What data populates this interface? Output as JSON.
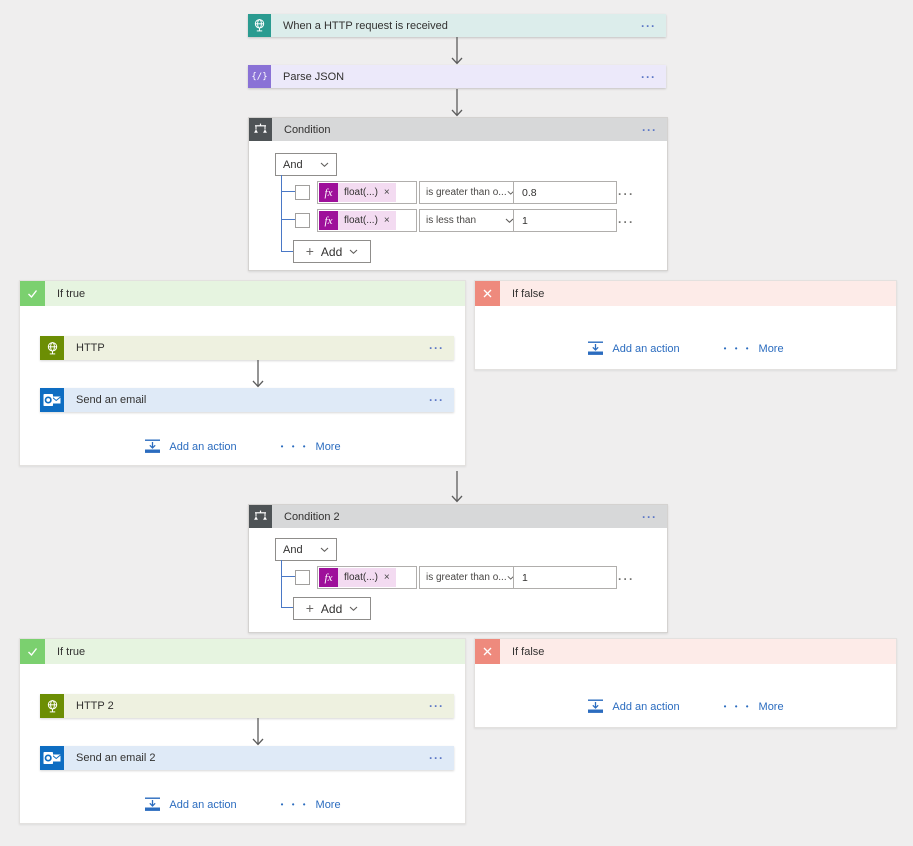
{
  "colors": {
    "canvas_bg": "#efeeee",
    "trigger_teal": "#2b9b90",
    "trigger_bg": "#dcedeb",
    "parse_purple": "#8a72d6",
    "parse_bg": "#ece9fa",
    "condition_gray": "#4e5356",
    "condition_header_bg": "#d7d8d9",
    "true_green": "#7bd06f",
    "true_header_bg": "#e6f4e0",
    "false_red": "#ee8a7d",
    "false_header_bg": "#fdebe8",
    "http_olive": "#6c8e04",
    "http_bg": "#eef1e0",
    "outlook_blue": "#0e6dc2",
    "email_bg": "#dfeaf7",
    "fx_magenta": "#9e109a",
    "fx_pill_bg": "#f3dbf1",
    "link_blue": "#2b6cbf",
    "tree_blue": "#4a78c6"
  },
  "trigger": {
    "title": "When a HTTP request is received",
    "menu": "···"
  },
  "parse": {
    "title": "Parse JSON",
    "menu": "···",
    "glyph": "{/}"
  },
  "cond1": {
    "title": "Condition",
    "menu": "···",
    "join": "And",
    "rows": [
      {
        "fx": "fx",
        "operand": "float(...)",
        "remove": "×",
        "operator": "is greater than o...",
        "value": "0.8",
        "menu": "···"
      },
      {
        "fx": "fx",
        "operand": "float(...)",
        "remove": "×",
        "operator": "is less than",
        "value": "1",
        "menu": "···"
      }
    ],
    "add_plus": "+",
    "add_label": "Add"
  },
  "branch1_true": {
    "title": "If true",
    "http": {
      "title": "HTTP",
      "menu": "···"
    },
    "email": {
      "title": "Send an email",
      "menu": "···"
    },
    "add_action": "Add an action",
    "more_dots": "• • •",
    "more": "More"
  },
  "branch1_false": {
    "title": "If false",
    "add_action": "Add an action",
    "more_dots": "• • •",
    "more": "More"
  },
  "cond2": {
    "title": "Condition 2",
    "menu": "···",
    "join": "And",
    "rows": [
      {
        "fx": "fx",
        "operand": "float(...)",
        "remove": "×",
        "operator": "is greater than o...",
        "value": "1",
        "menu": "···"
      }
    ],
    "add_plus": "+",
    "add_label": "Add"
  },
  "branch2_true": {
    "title": "If true",
    "http": {
      "title": "HTTP 2",
      "menu": "···"
    },
    "email": {
      "title": "Send an email 2",
      "menu": "···"
    },
    "add_action": "Add an action",
    "more_dots": "• • •",
    "more": "More"
  },
  "branch2_false": {
    "title": "If false",
    "add_action": "Add an action",
    "more_dots": "• • •",
    "more": "More"
  }
}
